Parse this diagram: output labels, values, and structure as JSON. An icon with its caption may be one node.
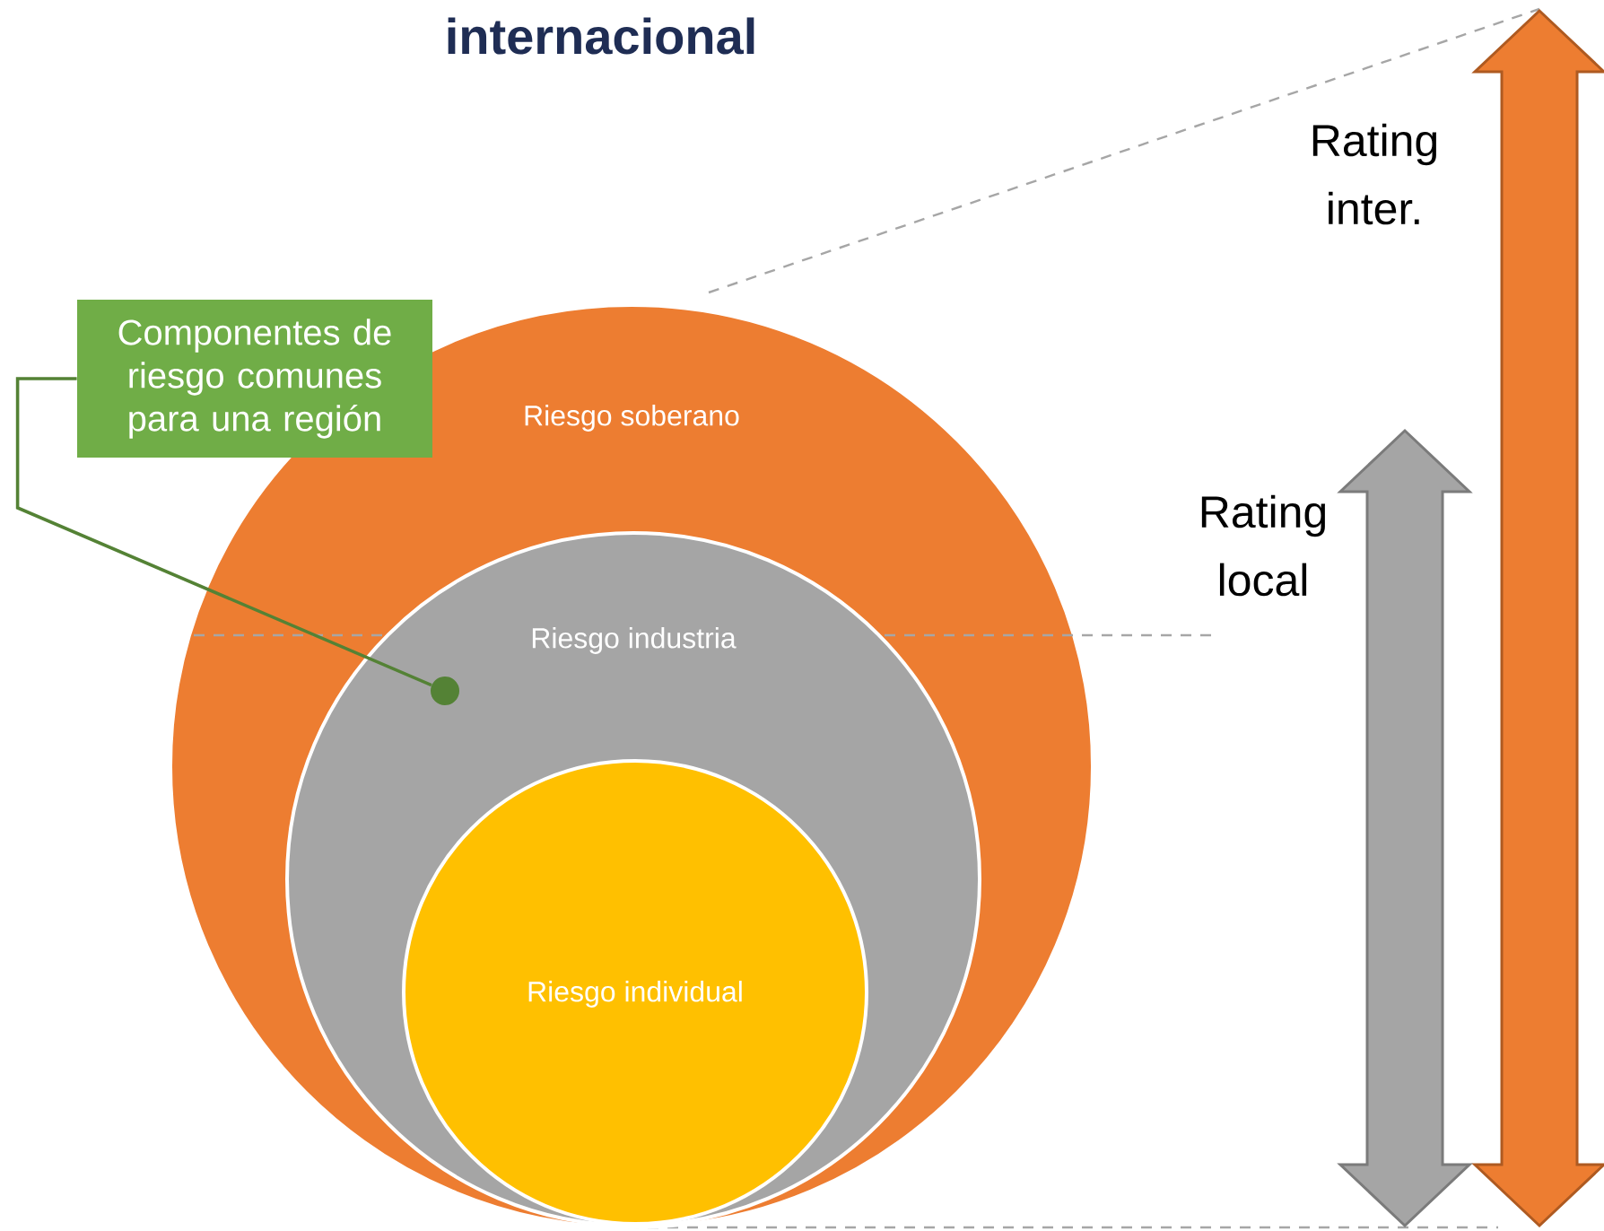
{
  "diagram": {
    "title": "internacional",
    "nodes": [
      {
        "text": [
          "Riesgo soberano"
        ]
      },
      {
        "text": [
          "Riesgo industria"
        ],
        "in": 0
      },
      {
        "text": [
          "Riesgo individual"
        ],
        "in": 1
      },
      {
        "text": [
          "Componentes de riesgo comunes para una región"
        ]
      },
      {
        "text": [],
        "shape": "circle",
        "in": 1
      }
    ],
    "edges": [
      {
        "from": 3,
        "to": 4,
        "arrow": "none",
        "color": "#548235"
      }
    ],
    "labels": [
      "Rating inter.",
      "Rating local"
    ]
  }
}
